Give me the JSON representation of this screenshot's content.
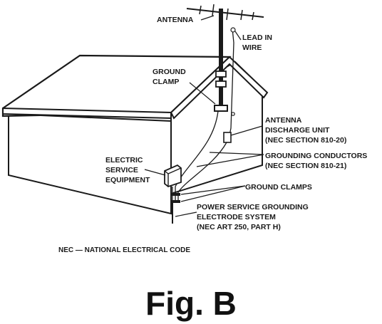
{
  "labels": {
    "antenna": "ANTENNA",
    "lead_in_wire": [
      "LEAD IN",
      "WIRE"
    ],
    "ground_clamp": [
      "GROUND",
      "CLAMP"
    ],
    "antenna_discharge_unit": [
      "ANTENNA",
      "DISCHARGE UNIT",
      "(NEC SECTION 810-20)"
    ],
    "grounding_conductors": [
      "GROUNDING CONDUCTORS",
      "(NEC SECTION 810-21)"
    ],
    "electric_service_equipment": [
      "ELECTRIC",
      "SERVICE",
      "EQUIPMENT"
    ],
    "ground_clamps": "GROUND CLAMPS",
    "power_service_grounding": [
      "POWER SERVICE GROUNDING",
      "ELECTRODE SYSTEM",
      "(NEC ART 250, PART H)"
    ]
  },
  "footnote": "NEC — NATIONAL ELECTRICAL CODE",
  "figure_caption": "Fig. B"
}
